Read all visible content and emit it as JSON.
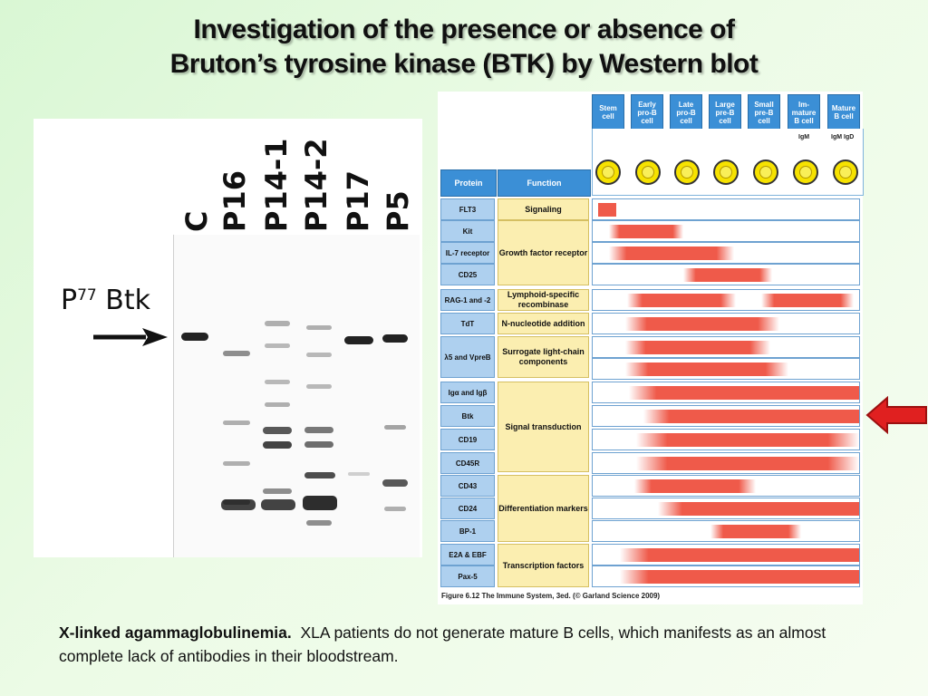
{
  "slide": {
    "title_line1": "Investigation of the presence or absence of",
    "title_line2": "Bruton’s tyrosine kinase (BTK) by Western blot"
  },
  "blot": {
    "lanes": [
      "C",
      "P16",
      "P14-1",
      "P14-2",
      "P17",
      "P5"
    ],
    "marker_label": "P",
    "marker_sup": "77",
    "marker_label_2": "Btk"
  },
  "figure": {
    "stages": [
      "Stem cell",
      "Early pro-B cell",
      "Late pro-B cell",
      "Large pre-B cell",
      "Small pre-B cell",
      "Im-mature B cell",
      "Mature B cell"
    ],
    "ig_labels": [
      "IgM",
      "IgM IgD"
    ],
    "col_protein": "Protein",
    "col_function": "Function",
    "proteins": [
      "FLT3",
      "Kit",
      "IL-7 receptor",
      "CD25",
      "RAG-1 and -2",
      "TdT",
      "λ5 and VpreB",
      "Igα and Igβ",
      "Btk",
      "CD19",
      "CD45R",
      "CD43",
      "CD24",
      "BP-1",
      "E2A & EBF",
      "Pax-5"
    ],
    "functions": [
      "Signaling",
      "Growth factor receptor",
      "Lymphoid-specific recombinase",
      "N-nucleotide addition",
      "Surrogate light-chain components",
      "Signal transduction",
      "Differentiation markers",
      "Transcription factors"
    ],
    "credit": "Figure 6.12 The Immune System, 3ed. (© Garland Science 2009)",
    "colors": {
      "header": "#3b8fd6",
      "protein_bg": "#aed0ef",
      "function_bg": "#fbeeb0",
      "bar": "#ef5a4a",
      "highlight_arrow": "#e02020"
    }
  },
  "caption": {
    "bold": "X-linked agammaglobulinemia.",
    "text": "XLA patients do not generate mature B cells, which manifests as an almost complete lack of antibodies in their bloodstream."
  }
}
